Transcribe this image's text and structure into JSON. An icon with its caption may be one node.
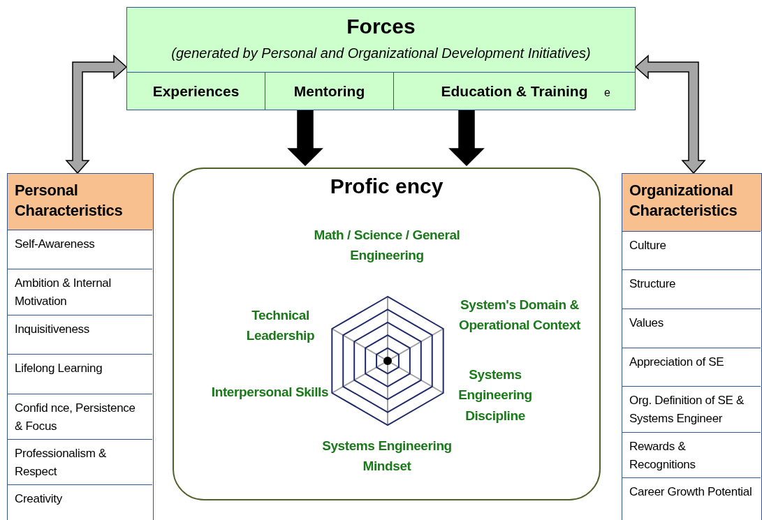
{
  "diagram": {
    "nodes": [
      {
        "text": [
          "Forces",
          "(generated by Personal and Organizational Development Initiatives)"
        ]
      },
      {
        "text": [
          "Experiences"
        ],
        "in": 0
      },
      {
        "text": [
          "Mentoring"
        ],
        "in": 0
      },
      {
        "text": [
          "Education & Training"
        ],
        "in": 0
      },
      {
        "text": [
          "Profic ency"
        ]
      },
      {
        "text": [
          "Personal Characteristics"
        ]
      },
      {
        "text": [
          "Self-Awareness"
        ],
        "in": 5
      },
      {
        "text": [
          "Ambition & Internal Motivation"
        ],
        "in": 5
      },
      {
        "text": [
          "Inquisitiveness"
        ],
        "in": 5
      },
      {
        "text": [
          "Lifelong Learning"
        ],
        "in": 5
      },
      {
        "text": [
          "Confid nce, Persistence & Focus"
        ],
        "in": 5
      },
      {
        "text": [
          "Professionalism & Respect"
        ],
        "in": 5
      },
      {
        "text": [
          "Creativity"
        ],
        "in": 5
      },
      {
        "text": [
          "Organizational Characteristics"
        ]
      },
      {
        "text": [
          "Culture"
        ],
        "in": 13
      },
      {
        "text": [
          "Structure"
        ],
        "in": 13
      },
      {
        "text": [
          "Values"
        ],
        "in": 13
      },
      {
        "text": [
          "Appreciation of SE"
        ],
        "in": 13
      },
      {
        "text": [
          "Org. Definition of SE & Systems Engineer"
        ],
        "in": 13
      },
      {
        "text": [
          "Rewards & Recognitions"
        ],
        "in": 13
      },
      {
        "text": [
          "Career Growth Potential"
        ],
        "in": 13
      }
    ],
    "edges": [
      {
        "from": 5,
        "to": 0,
        "arrow": "both",
        "style": "thick",
        "color": "#a6a6a6"
      },
      {
        "from": 13,
        "to": 0,
        "arrow": "both",
        "style": "thick",
        "color": "#a6a6a6"
      },
      {
        "from": 2,
        "to": 4,
        "arrow": "to",
        "style": "thick"
      },
      {
        "from": 3,
        "to": 4,
        "arrow": "to",
        "style": "thick"
      }
    ],
    "labels": [
      "e",
      "Math / Science / General Engineering",
      "System's Domain & Operational Context",
      "Technical Leadership",
      "Systems Engineering Discipline",
      "Interpersonal Skills",
      "Systems Engineering Mindset"
    ]
  }
}
